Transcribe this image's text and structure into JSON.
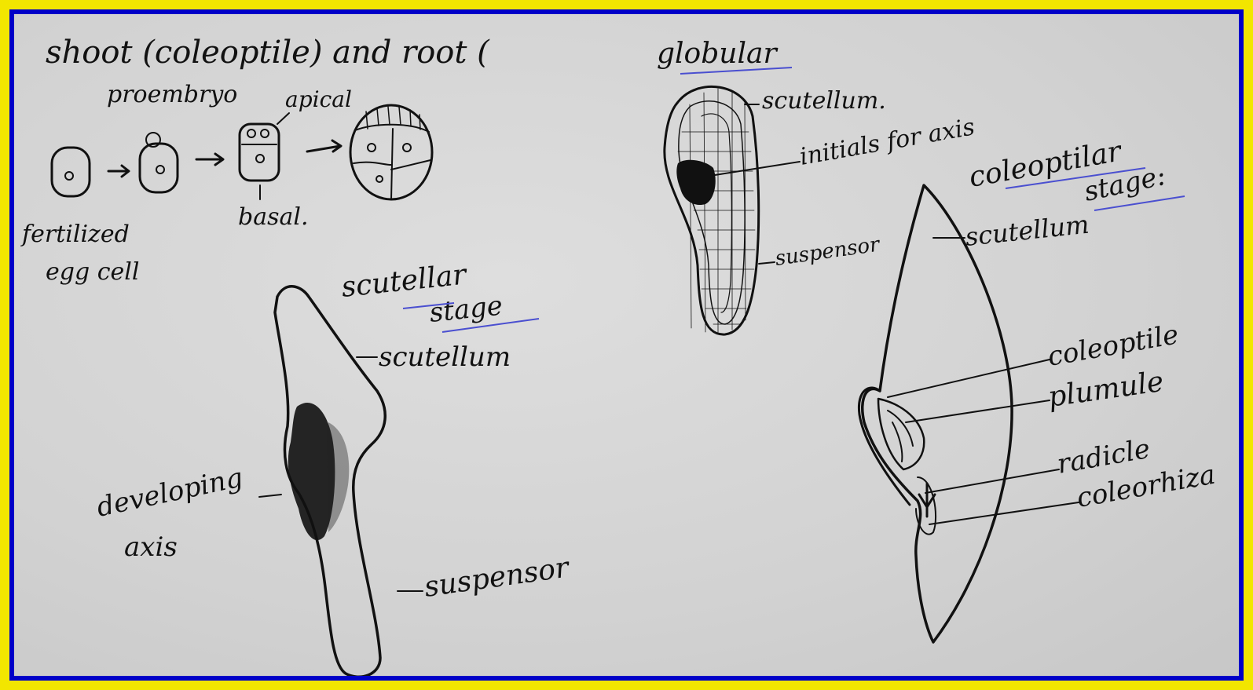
{
  "header_text": "shoot (coleoptile) and root (",
  "colors": {
    "border": "#f2e600",
    "outer": "#0000c8",
    "paper": "#d6d6d6",
    "ink": "#111111",
    "underline": "#4a4fd0"
  },
  "proembryo": {
    "title": "proembryo",
    "apical": "apical",
    "basal": "basal.",
    "fertilized_line1": "fertilized",
    "fertilized_line2": "egg cell"
  },
  "globular": {
    "title": "globular",
    "scutellum": "scutellum.",
    "initials": "initials for axis",
    "suspensor": "suspensor"
  },
  "scutellar": {
    "title_line1": "scutellar",
    "title_line2": "stage",
    "scutellum": "scutellum",
    "axis_line1": "developing",
    "axis_line2": "axis",
    "suspensor": "suspensor"
  },
  "coleoptilar": {
    "title_line1": "coleoptilar",
    "title_line2": "stage:",
    "scutellum": "scutellum",
    "coleoptile": "coleoptile",
    "plumule": "plumule",
    "radicle": "radicle",
    "coleorhiza": "coleorhiza"
  }
}
